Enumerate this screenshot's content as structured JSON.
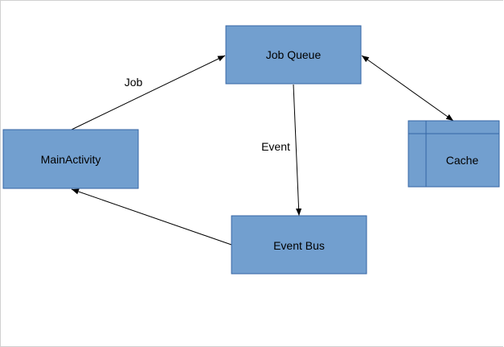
{
  "nodes": {
    "job_queue": "Job Queue",
    "main_activity": "MainActivity",
    "event_bus": "Event Bus",
    "cache": "Cache"
  },
  "edges": {
    "job": "Job",
    "event": "Event"
  },
  "colors": {
    "box_fill": "#729fcf",
    "box_stroke": "#3465a4"
  }
}
